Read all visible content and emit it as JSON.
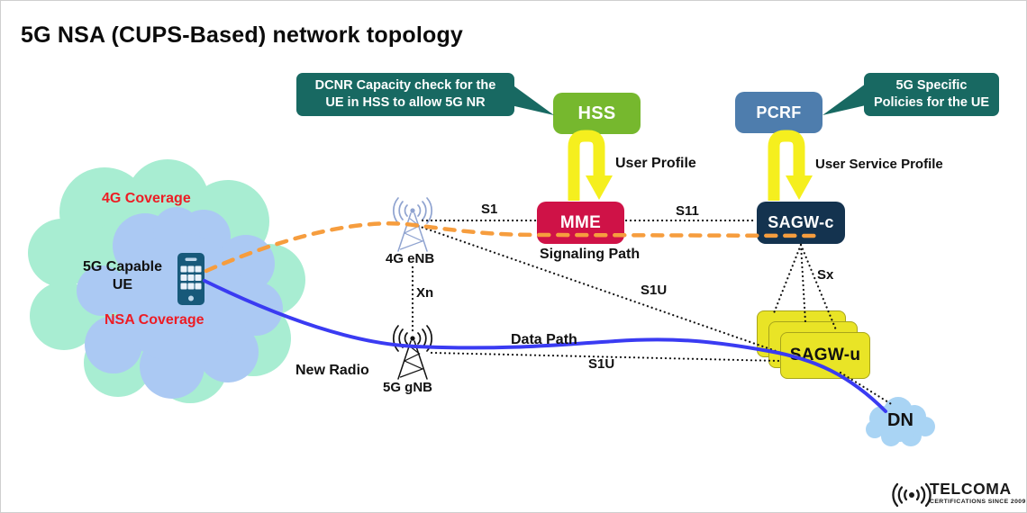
{
  "title": "5G NSA (CUPS-Based) network topology",
  "callouts": {
    "hss": {
      "line1": "DCNR Capacity check for the",
      "line2": "UE in HSS to allow 5G NR"
    },
    "pcrf": {
      "line1": "5G Specific",
      "line2": "Policies for the UE"
    }
  },
  "nodes": {
    "hss": {
      "label": "HSS",
      "color": "#76b82e"
    },
    "pcrf": {
      "label": "PCRF",
      "color": "#4e7dad"
    },
    "mme": {
      "label": "MME",
      "color": "#cf1247"
    },
    "sagw_c": {
      "label": "SAGW-c",
      "color": "#14334f"
    },
    "sagw_u": {
      "label": "SAGW-u",
      "color": "#e9e426"
    },
    "dn": {
      "label": "DN",
      "color": "#a9d4f4"
    }
  },
  "clouds": {
    "coverage_4g": "4G Coverage",
    "coverage_nsa": "NSA Coverage",
    "ue_line1": "5G Capable",
    "ue_line2": "UE"
  },
  "towers": {
    "enb": "4G eNB",
    "gnb": "5G gNB"
  },
  "links": {
    "s1": "S1",
    "s11": "S11",
    "xn": "Xn",
    "sx": "Sx",
    "s1u_upper": "S1U",
    "s1u_lower": "S1U",
    "signaling": "Signaling Path",
    "data": "Data Path",
    "new_radio": "New Radio",
    "user_profile": "User Profile",
    "user_service_profile": "User Service Profile"
  },
  "logo": {
    "name": "TELCOMA",
    "tagline": "CERTIFICATIONS SINCE 2009"
  },
  "colors": {
    "callout_teal": "#186962",
    "coverage_4g_cloud": "#a8edd2",
    "coverage_nsa_cloud": "#abc9f3",
    "dn_cloud": "#a9d4f4",
    "signaling_orange": "#f69d3e",
    "data_blue": "#3a3bf2",
    "arrow_yellow": "#f5ef1e",
    "coverage_text_red": "#ed1c24",
    "enb_tower": "#8fa3d0",
    "gnb_tower": "#111111"
  }
}
